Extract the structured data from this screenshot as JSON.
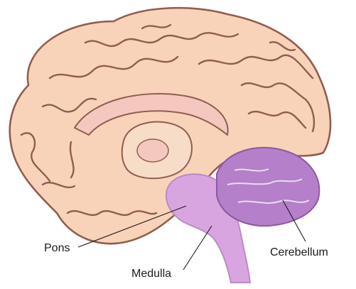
{
  "labels": {
    "pons": "Pons",
    "medulla": "Medulla",
    "cerebellum": "Cerebellum"
  },
  "colors": {
    "cerebrum_fill": "#f9d3b9",
    "cerebrum_line": "#8f5e4e",
    "corpus_callosum": "#f4c8bf",
    "brainstem": "#d9a5e0",
    "cerebellum": "#b57fc9",
    "leader_line": "#1a1a1a"
  }
}
